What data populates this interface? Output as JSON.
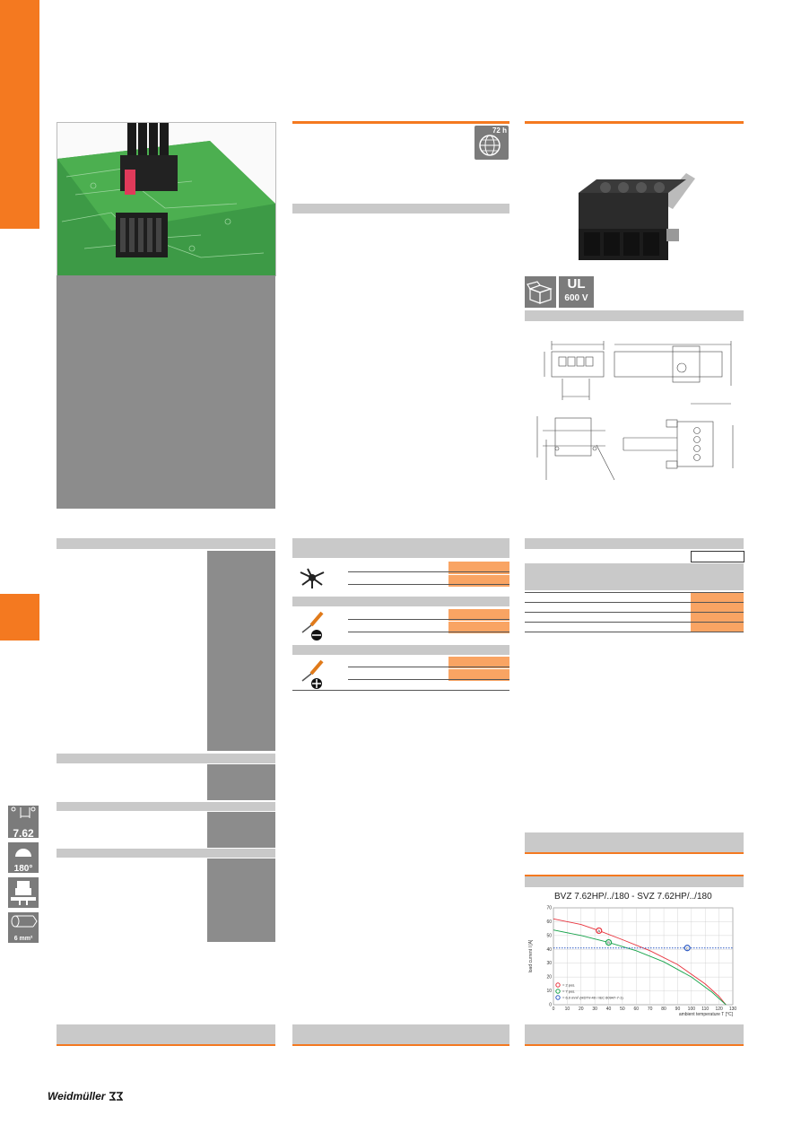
{
  "badges": {
    "hours": "72 h",
    "ul": "UL",
    "voltage": "600 V"
  },
  "side_icons": {
    "pitch": "7.62",
    "angle": "180°",
    "wire": "6 mm²"
  },
  "footer": {
    "logo": "Weidmüller"
  },
  "colors": {
    "accent": "#f47920",
    "gray_band": "#c9c9c9",
    "dark_gray": "#8c8c8c",
    "cell_orange": "#f9a463",
    "series_2pos": "#e8323c",
    "series_7pos": "#16a34a",
    "series_wire": "#2b59c3"
  },
  "chart_data": {
    "type": "line",
    "title": "BVZ 7.62HP/../180 - SVZ 7.62HP/../180",
    "xlabel": "ambient temperature T [°C]",
    "ylabel": "load current I [A]",
    "xlim": [
      0,
      130
    ],
    "ylim": [
      0,
      70
    ],
    "xticks": [
      0,
      10,
      20,
      30,
      40,
      50,
      60,
      70,
      80,
      90,
      100,
      110,
      120,
      130
    ],
    "yticks": [
      0,
      10,
      20,
      30,
      40,
      50,
      60,
      70
    ],
    "grid": true,
    "legend_position": "bottom-left",
    "series": [
      {
        "marker": "A",
        "name": "= 2 pos.",
        "color": "#e8323c",
        "style": "solid",
        "x": [
          0,
          20,
          33,
          50,
          70,
          90,
          110,
          120,
          125
        ],
        "y": [
          62,
          58,
          53.5,
          47,
          39,
          29,
          15,
          6,
          0
        ]
      },
      {
        "marker": "B",
        "name": "= 7 pos.",
        "color": "#16a34a",
        "style": "solid",
        "x": [
          0,
          20,
          40,
          60,
          80,
          100,
          115,
          125
        ],
        "y": [
          54,
          50,
          45,
          39,
          31,
          20,
          9,
          0
        ]
      },
      {
        "marker": "C",
        "name": "= 6.0 mm² (HDTV-49 / IEC 60947-7-1)",
        "color": "#2b59c3",
        "style": "dotted",
        "x": [
          0,
          97,
          130
        ],
        "y": [
          41,
          41,
          41
        ]
      }
    ],
    "marker_points": [
      {
        "marker": "A",
        "x": 33,
        "y": 53.5
      },
      {
        "marker": "B",
        "x": 40,
        "y": 45
      },
      {
        "marker": "C",
        "x": 97,
        "y": 41
      }
    ]
  }
}
